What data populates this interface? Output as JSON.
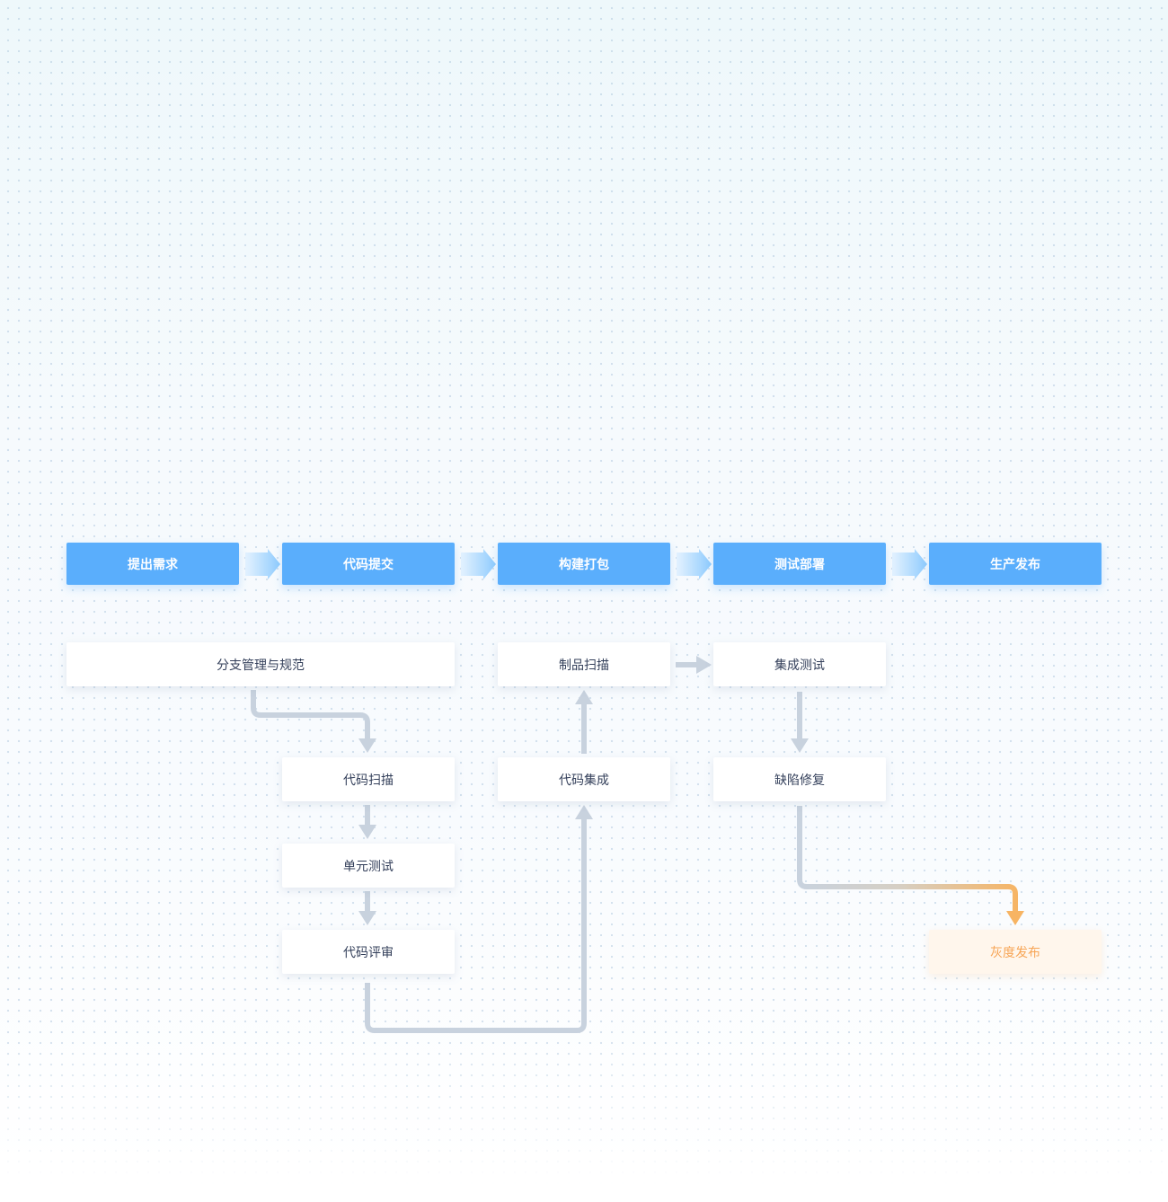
{
  "stages": [
    {
      "label": "提出需求"
    },
    {
      "label": "代码提交"
    },
    {
      "label": "构建打包"
    },
    {
      "label": "测试部署"
    },
    {
      "label": "生产发布"
    }
  ],
  "nodes": {
    "branch_management": "分支管理与规范",
    "code_scan": "代码扫描",
    "unit_test": "单元测试",
    "code_review": "代码评审",
    "code_integration": "代码集成",
    "artifact_scan": "制品扫描",
    "integration_test": "集成测试",
    "defect_fix": "缺陷修复",
    "canary_release": "灰度发布"
  },
  "colors": {
    "stage": "#5aaefc",
    "connector": "#c8d2de",
    "accent": "#f7b463",
    "stage_arrow": "#9fd1fe"
  }
}
